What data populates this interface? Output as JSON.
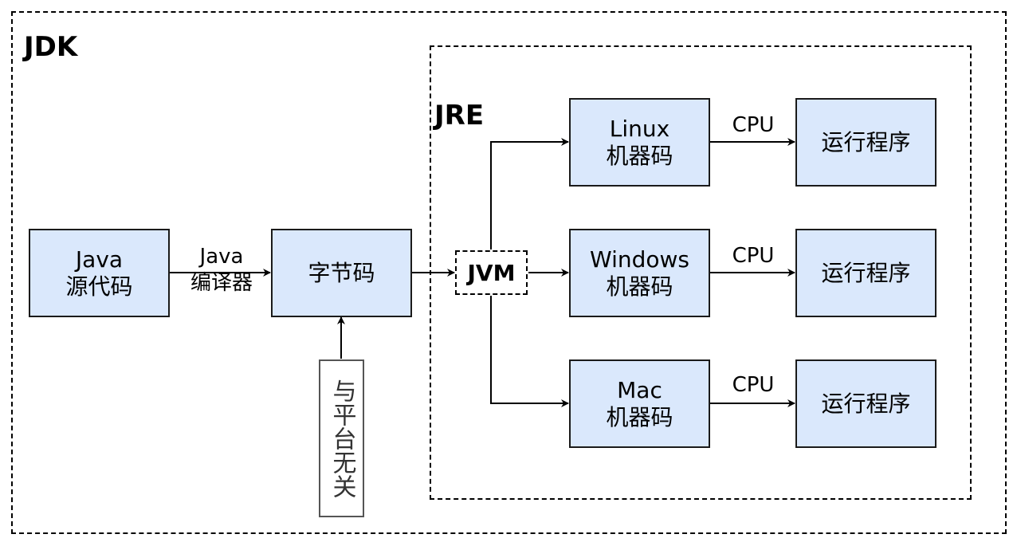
{
  "jdk": {
    "title": "JDK"
  },
  "jre": {
    "title": "JRE"
  },
  "nodes": {
    "java_source": {
      "line1": "Java",
      "line2": "源代码"
    },
    "bytecode": {
      "label": "字节码"
    },
    "jvm": {
      "label": "JVM"
    },
    "linux": {
      "line1": "Linux",
      "line2": "机器码"
    },
    "windows": {
      "line1": "Windows",
      "line2": "机器码"
    },
    "mac": {
      "line1": "Mac",
      "line2": "机器码"
    },
    "run1": {
      "label": "运行程序"
    },
    "run2": {
      "label": "运行程序"
    },
    "run3": {
      "label": "运行程序"
    }
  },
  "edges": {
    "compiler": {
      "line1": "Java",
      "line2": "编译器"
    },
    "cpu1": "CPU",
    "cpu2": "CPU",
    "cpu3": "CPU"
  },
  "note": {
    "label": "与平台无关"
  },
  "colors": {
    "node_fill": "#dae8fc",
    "node_border": "#1a1a1a",
    "note_border": "#555555",
    "arrow": "#000000"
  }
}
